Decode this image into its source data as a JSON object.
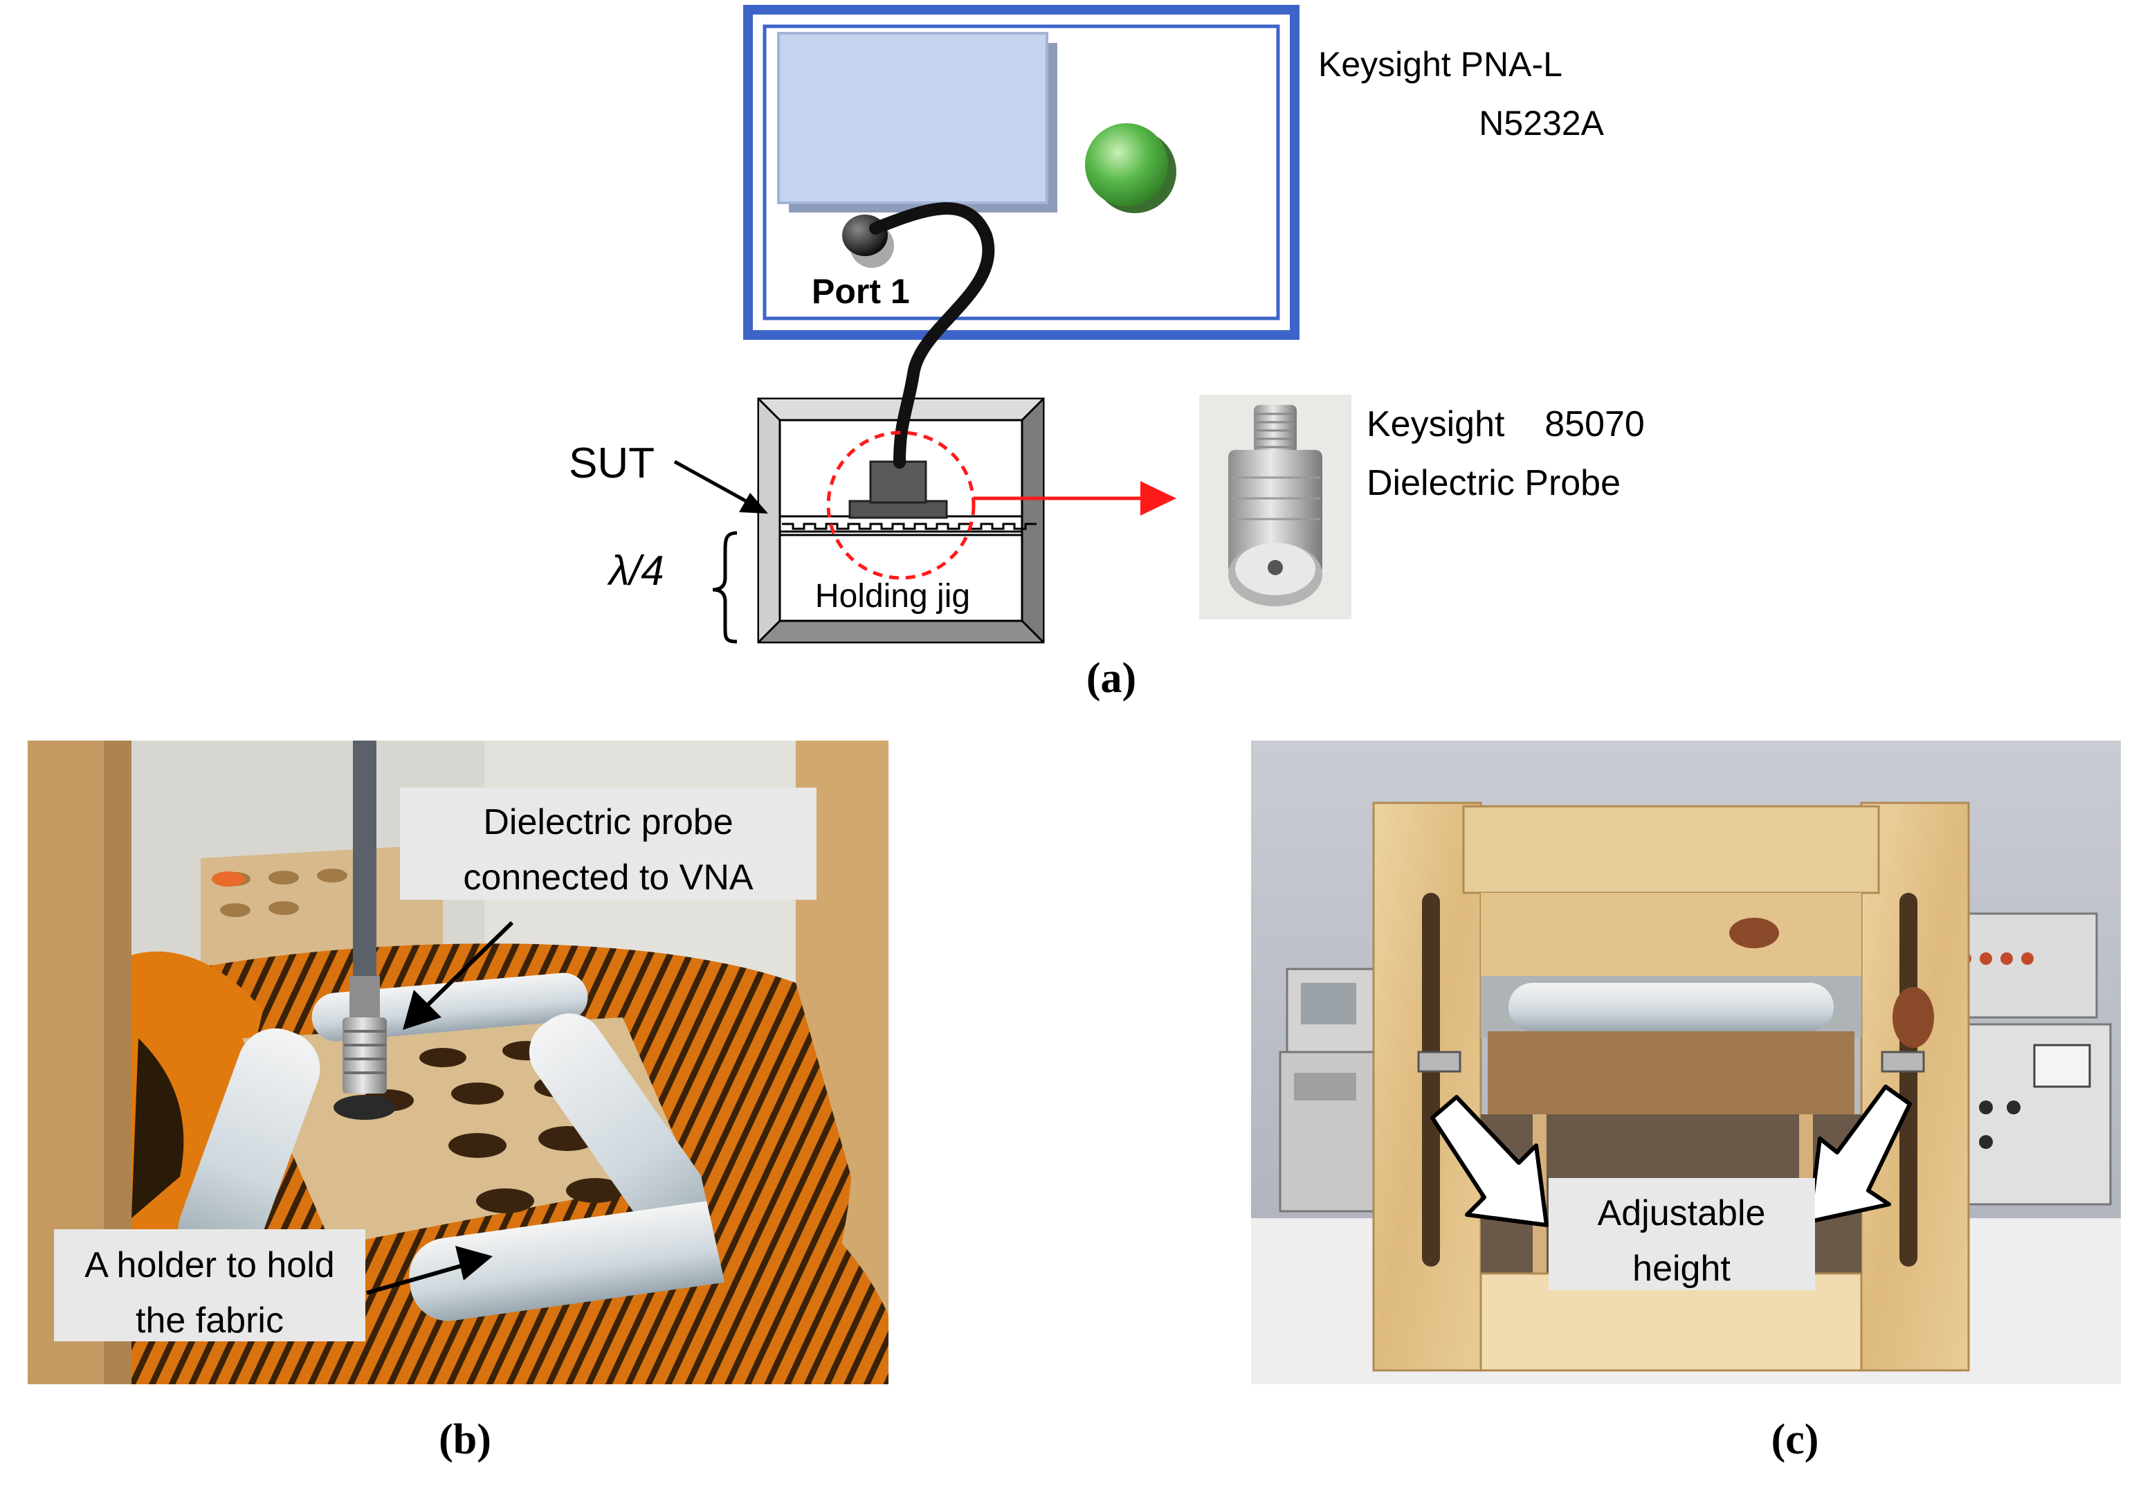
{
  "panel_a": {
    "vna_label_line1": "Keysight PNA-L",
    "vna_label_line2": "N5232A",
    "port_label": "Port 1",
    "sut_label": "SUT",
    "lambda_label": "λ/4",
    "jig_label": "Holding jig",
    "probe_label_line1": "Keysight    85070",
    "probe_label_line2": "Dielectric Probe",
    "caption": "(a)"
  },
  "panel_b": {
    "callout_probe_line1": "Dielectric probe",
    "callout_probe_line2": "connected to VNA",
    "callout_holder_line1": "A holder to hold",
    "callout_holder_line2": "the fabric",
    "caption": "(b)"
  },
  "panel_c": {
    "callout_height_line1": "Adjustable",
    "callout_height_line2": "height",
    "caption": "(c)"
  },
  "colors": {
    "vna_border": "#3d64c8",
    "screen_fill": "#c5d3ef",
    "led_green": "#58b84a",
    "red_marker": "#ff1a1a",
    "callout_bg": "#e8e8e8",
    "wood": "#e2c590",
    "fabric_orange": "#e07a0e"
  }
}
